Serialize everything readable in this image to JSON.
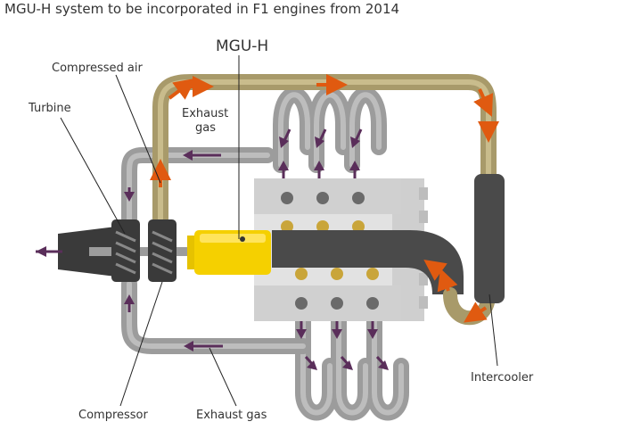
{
  "title": "MGU-H system to be incorporated in F1 engines from 2014",
  "labels": {
    "mgu_h": "MGU-H",
    "compressed_air": "Compressed air",
    "turbine": "Turbine",
    "exhaust_gas_top_line1": "Exhaust",
    "exhaust_gas_top_line2": "gas",
    "compressor": "Compressor",
    "exhaust_gas_bottom": "Exhaust gas",
    "intercooler": "Intercooler"
  },
  "colors": {
    "exhaust_pipe": "#9c9c9c",
    "air_pipe": "#a89a6a",
    "mgu_h": "#f5d000",
    "intercooler": "#4a4a4a",
    "air_flow_arrow": "#e05a10",
    "exhaust_flow_arrow": "#5a2e5a",
    "engine_block": "#d8d8d8"
  }
}
